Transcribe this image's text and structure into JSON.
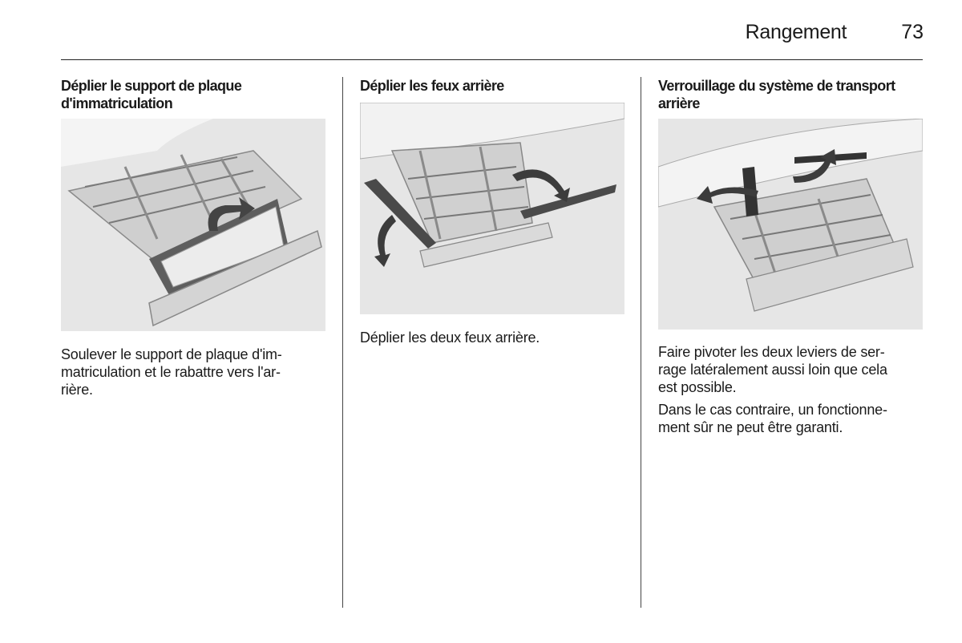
{
  "header": {
    "section_title": "Rangement",
    "page_number": "73"
  },
  "columns": [
    {
      "title": [
        "Déplier le support de plaque",
        "d'immatriculation"
      ],
      "paragraphs": [
        [
          "Soulever le support de plaque d'im-",
          "matriculation et le rabattre vers l'ar-",
          "rière."
        ]
      ]
    },
    {
      "title": [
        "Déplier les feux arrière"
      ],
      "paragraphs": [
        [
          "Déplier les deux feux arrière."
        ]
      ]
    },
    {
      "title": [
        "Verrouillage du système de transport",
        "arrière"
      ],
      "paragraphs": [
        [
          "Faire pivoter les deux leviers de ser-",
          "rage latéralement aussi loin que cela",
          "est possible."
        ],
        [
          "Dans le cas contraire, un fonctionne-",
          "ment sûr ne peut être garanti."
        ]
      ]
    }
  ]
}
